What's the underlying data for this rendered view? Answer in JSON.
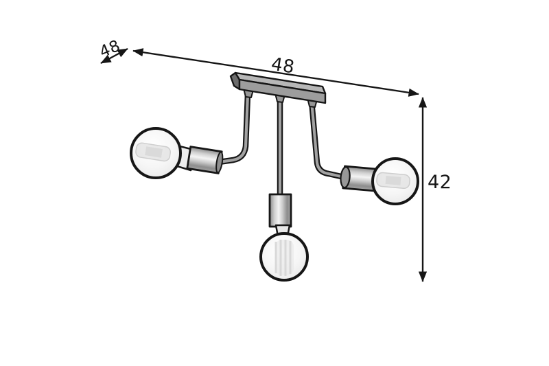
{
  "diagram": {
    "subject": "ceiling-lamp-with-3-bulbs-dimension-drawing",
    "bulb_count": 3,
    "dimensions": {
      "depth": {
        "label": "48"
      },
      "width": {
        "label": "48"
      },
      "height": {
        "label": "42"
      }
    },
    "colors": {
      "background": "#ffffff",
      "outline": "#161616",
      "plate_top": "#b7b7b7",
      "plate_front": "#9d9d9d",
      "plate_end": "#6c6c6c",
      "rod_core": "#a2a2a2",
      "socket_highlight": "#f4f4f4",
      "socket_shadow": "#8a8a8a",
      "bulb_glass": "#f4f4f4"
    }
  }
}
